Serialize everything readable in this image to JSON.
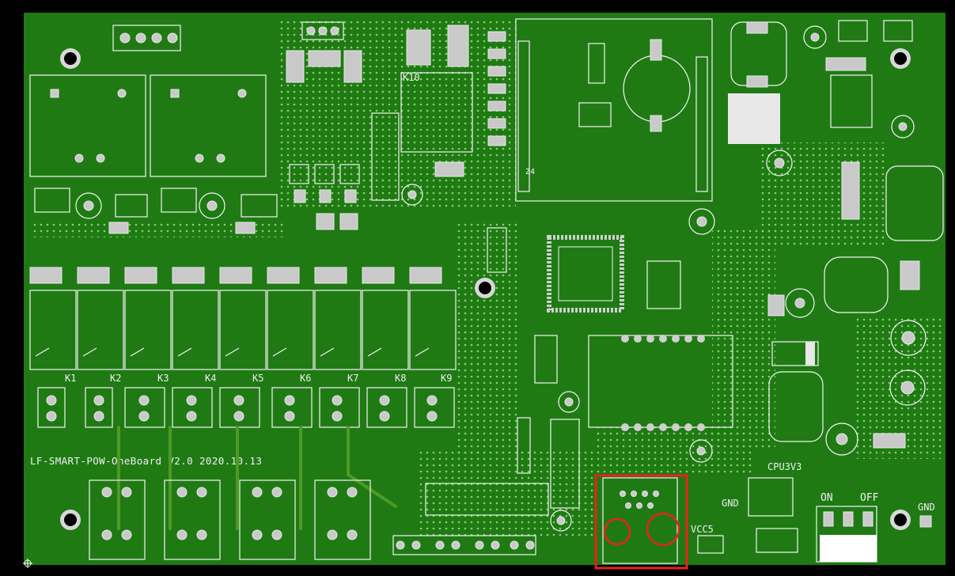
{
  "board": {
    "name": "LF-SMART-POW-OneBoard V2.0 2020.10.13",
    "labels": {
      "relays": [
        "K1",
        "K2",
        "K3",
        "K4",
        "K5",
        "K6",
        "K7",
        "K8",
        "K9"
      ],
      "k10": "K10",
      "z4": "Z4",
      "cpu3v3": "CPU3V3",
      "vcc5": "VCC5",
      "on": "ON",
      "off": "OFF",
      "gnd_left": "GND",
      "gnd_right": "GND"
    },
    "colors": {
      "frame": "#000000",
      "board_copper": "#1f7a14",
      "traces": "#4f9a25",
      "silkscreen": "#f4f4f4",
      "pads": "#c9c9c9",
      "highlight": "#e8231b"
    },
    "highlight": {
      "shape": "rectangle",
      "circles": 2,
      "color": "#e8231b"
    }
  }
}
